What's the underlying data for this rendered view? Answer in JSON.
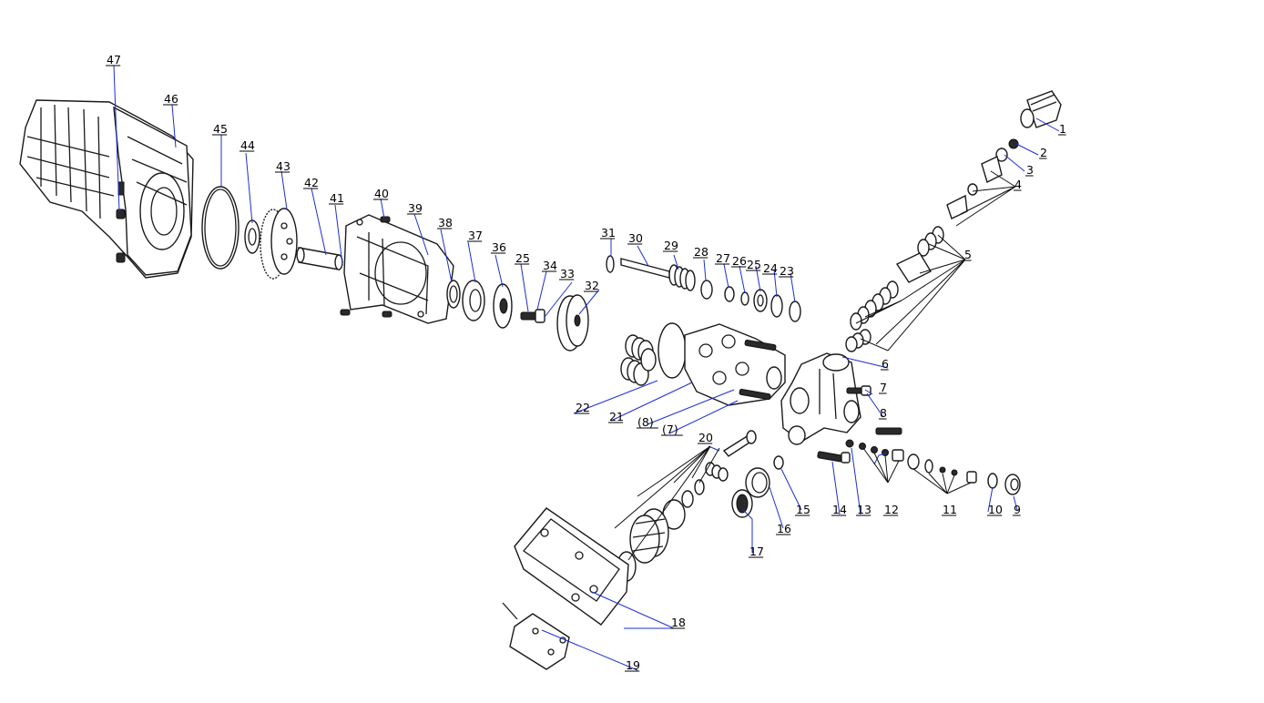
{
  "diagram": {
    "part_labels": [
      {
        "id": "p1",
        "text": "1"
      },
      {
        "id": "p2",
        "text": "2"
      },
      {
        "id": "p3",
        "text": "3"
      },
      {
        "id": "p4",
        "text": "4"
      },
      {
        "id": "p5",
        "text": "5"
      },
      {
        "id": "p6",
        "text": "6"
      },
      {
        "id": "p7",
        "text": "7"
      },
      {
        "id": "p8",
        "text": "8"
      },
      {
        "id": "p9",
        "text": "9"
      },
      {
        "id": "p10",
        "text": "10"
      },
      {
        "id": "p11",
        "text": "11"
      },
      {
        "id": "p12",
        "text": "12"
      },
      {
        "id": "p13",
        "text": "13"
      },
      {
        "id": "p14",
        "text": "14"
      },
      {
        "id": "p15",
        "text": "15"
      },
      {
        "id": "p16",
        "text": "16"
      },
      {
        "id": "p17",
        "text": "17"
      },
      {
        "id": "p18",
        "text": "18"
      },
      {
        "id": "p19",
        "text": "19"
      },
      {
        "id": "p20",
        "text": "20"
      },
      {
        "id": "p21",
        "text": "21"
      },
      {
        "id": "p22",
        "text": "22"
      },
      {
        "id": "p23",
        "text": "23"
      },
      {
        "id": "p24",
        "text": "24"
      },
      {
        "id": "p25a",
        "text": "25"
      },
      {
        "id": "p26",
        "text": "26"
      },
      {
        "id": "p27",
        "text": "27"
      },
      {
        "id": "p28",
        "text": "28"
      },
      {
        "id": "p29",
        "text": "29"
      },
      {
        "id": "p30",
        "text": "30"
      },
      {
        "id": "p31",
        "text": "31"
      },
      {
        "id": "p32",
        "text": "32"
      },
      {
        "id": "p33",
        "text": "33"
      },
      {
        "id": "p34",
        "text": "34"
      },
      {
        "id": "p25b",
        "text": "25"
      },
      {
        "id": "p36",
        "text": "36"
      },
      {
        "id": "p37",
        "text": "37"
      },
      {
        "id": "p38",
        "text": "38"
      },
      {
        "id": "p39",
        "text": "39"
      },
      {
        "id": "p40",
        "text": "40"
      },
      {
        "id": "p41",
        "text": "41"
      },
      {
        "id": "p42",
        "text": "42"
      },
      {
        "id": "p43",
        "text": "43"
      },
      {
        "id": "p44",
        "text": "44"
      },
      {
        "id": "p45",
        "text": "45"
      },
      {
        "id": "p46",
        "text": "46"
      },
      {
        "id": "p47",
        "text": "47"
      },
      {
        "id": "p8b",
        "text": "(8)"
      },
      {
        "id": "p7b",
        "text": "(7)"
      }
    ],
    "colors": {
      "leader": "#1c2fd1",
      "ink": "#1a1a1a",
      "background": "#ffffff"
    }
  }
}
